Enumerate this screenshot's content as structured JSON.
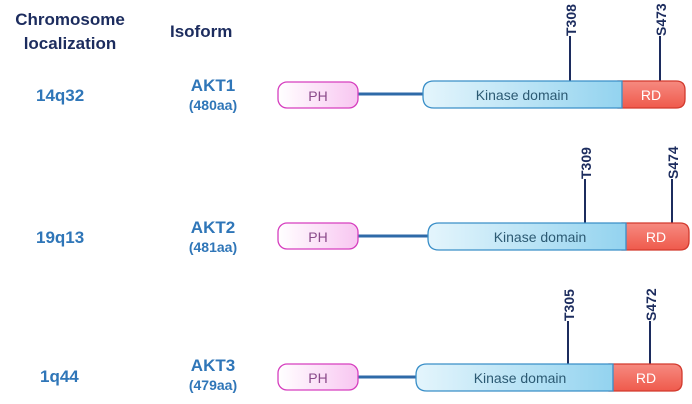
{
  "headers": {
    "chromosome_line1": "Chromosome",
    "chromosome_line2": "localization",
    "isoform": "Isoform"
  },
  "colors": {
    "header": "#1c2c5e",
    "label": "#2f76b8",
    "ph_fill": "#fbd3f6",
    "ph_stroke": "#d63fbf",
    "kinase_fill_light": "#dff2fb",
    "kinase_fill_dark": "#9ad6f0",
    "kinase_stroke": "#3a8fc8",
    "rd_fill": "#f36a5d",
    "rd_stroke": "#d23a2e",
    "linker": "#2f6aa8",
    "site_line": "#1c2c5e"
  },
  "domain_labels": {
    "ph": "PH",
    "kinase": "Kinase domain",
    "rd": "RD"
  },
  "rows": [
    {
      "chromosome": "14q32",
      "isoform": "AKT1",
      "length": "(480aa)",
      "site1": "T308",
      "site2": "S473"
    },
    {
      "chromosome": "19q13",
      "isoform": "AKT2",
      "length": "(481aa)",
      "site1": "T309",
      "site2": "S474"
    },
    {
      "chromosome": "1q44",
      "isoform": "AKT3",
      "length": "(479aa)",
      "site1": "T305",
      "site2": "S472"
    }
  ]
}
